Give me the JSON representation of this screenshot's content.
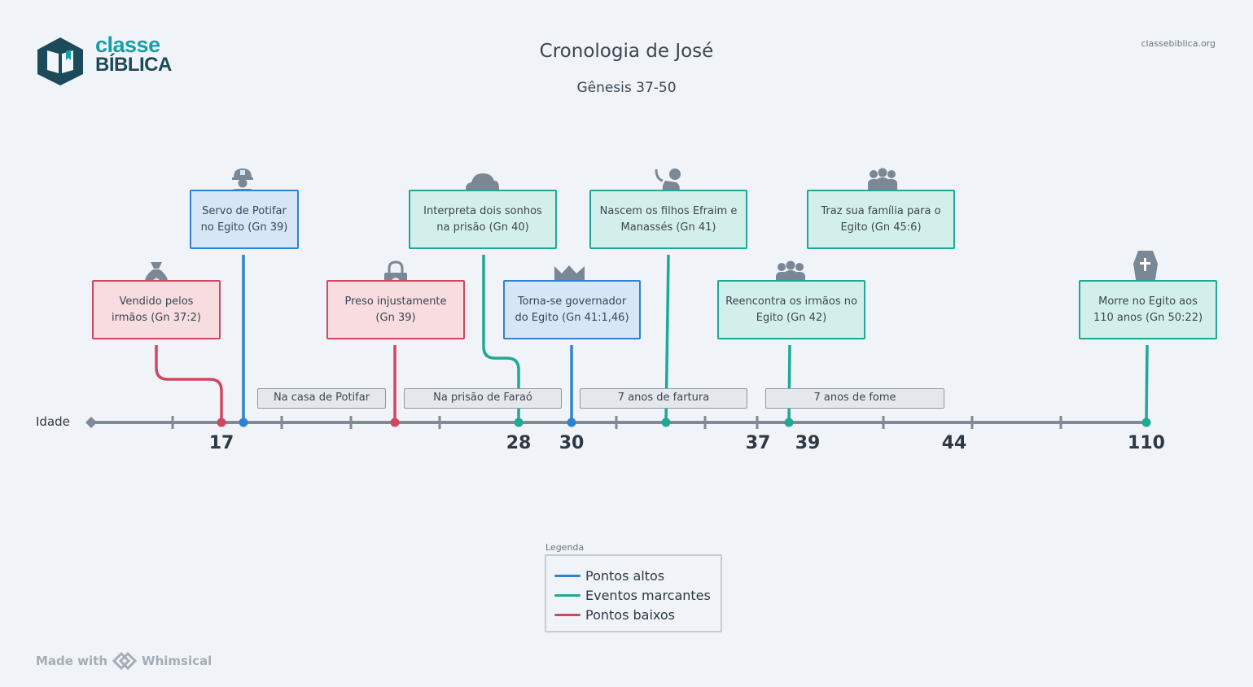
{
  "header": {
    "logo_line1": "classe",
    "logo_line2": "BÍBLICA",
    "site": "classebiblica.org",
    "title": "Cronologia de José",
    "subtitle": "Gênesis 37-50"
  },
  "axis": {
    "label": "Idade",
    "tick_labels": [
      "17",
      "28",
      "30",
      "37",
      "39",
      "44",
      "110"
    ]
  },
  "events": [
    {
      "id": "vendido",
      "text": "Vendido pelos irmãos (Gn 37:2)",
      "type": "red",
      "icon": "money-bag-icon"
    },
    {
      "id": "servo",
      "text": "Servo de Potifar no Egito (Gn 39)",
      "type": "blue",
      "icon": "worker-icon"
    },
    {
      "id": "preso",
      "text": "Preso injustamente (Gn 39)",
      "type": "red",
      "icon": "padlock-icon"
    },
    {
      "id": "sonhos",
      "text": "Interpreta dois sonhos na prisão (Gn 40)",
      "type": "teal",
      "icon": "cloud-icon"
    },
    {
      "id": "governador",
      "text": "Torna-se governador do Egito (Gn 41:1,46)",
      "type": "blue",
      "icon": "crown-icon"
    },
    {
      "id": "filhos",
      "text": "Nascem os filhos Efraim e Manassés (Gn 41)",
      "type": "teal",
      "icon": "baby-icon"
    },
    {
      "id": "reencontra",
      "text": "Reencontra os irmãos no Egito (Gn 42)",
      "type": "teal",
      "icon": "group-icon"
    },
    {
      "id": "familia",
      "text": "Traz sua família para o Egito (Gn 45:6)",
      "type": "teal",
      "icon": "family-icon"
    },
    {
      "id": "morre",
      "text": "Morre no Egito aos 110 anos (Gn 50:22)",
      "type": "teal",
      "icon": "coffin-icon"
    }
  ],
  "periods": [
    {
      "text": "Na casa de Potifar"
    },
    {
      "text": "Na prisão de Faraó"
    },
    {
      "text": "7 anos de fartura"
    },
    {
      "text": "7 anos de fome"
    }
  ],
  "legend": {
    "title": "Legenda",
    "items": [
      {
        "label": "Pontos altos",
        "color": "#2f83d1"
      },
      {
        "label": "Eventos marcantes",
        "color": "#1ea896"
      },
      {
        "label": "Pontos baixos",
        "color": "#d14660"
      }
    ]
  },
  "footer": {
    "made_with": "Made with",
    "brand": "Whimsical"
  },
  "colors": {
    "blue": "#2f83d1",
    "teal": "#1ea896",
    "red": "#d14660",
    "axis": "#7f8a96",
    "icon": "#7a8795"
  }
}
